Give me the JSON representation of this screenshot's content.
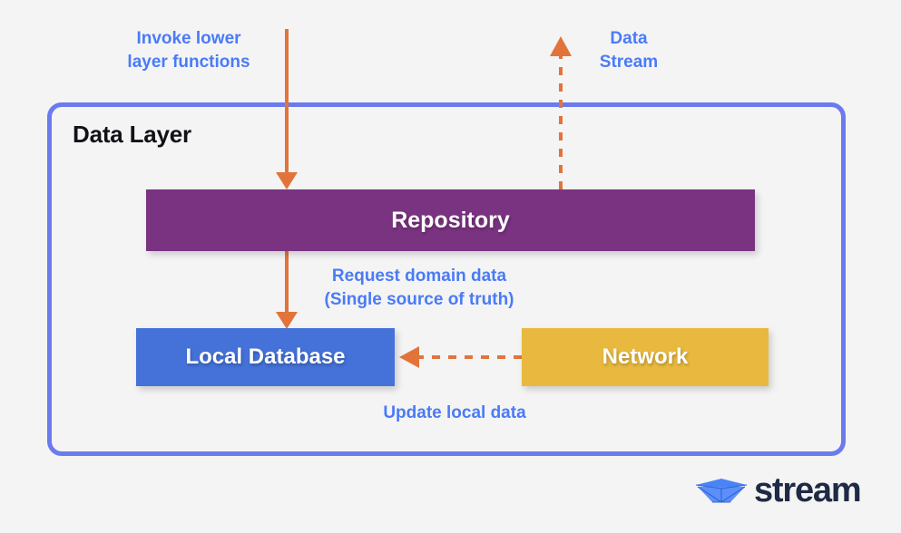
{
  "diagram": {
    "title": "Data Layer",
    "background_color": "#f4f4f4",
    "border_color": "#6B7BEE",
    "arrow_color": "#E2743B",
    "label_color": "#4A7BF7"
  },
  "boxes": {
    "repository": {
      "label": "Repository",
      "color": "#7A3381"
    },
    "local_database": {
      "label": "Local Database",
      "color": "#4472D8"
    },
    "network": {
      "label": "Network",
      "color": "#E8B93E"
    }
  },
  "annotations": {
    "invoke": {
      "line1": "Invoke lower",
      "line2": "layer functions"
    },
    "data_stream": {
      "line1": "Data",
      "line2": "Stream"
    },
    "request_domain": {
      "line1": "Request domain data",
      "line2": "(Single source of truth)"
    },
    "update_local": {
      "line1": "Update local data"
    }
  },
  "logo": {
    "word": "stream",
    "icon": "paper-boat-icon",
    "icon_color": "#4A7BF7",
    "word_color": "#1F2A44"
  }
}
